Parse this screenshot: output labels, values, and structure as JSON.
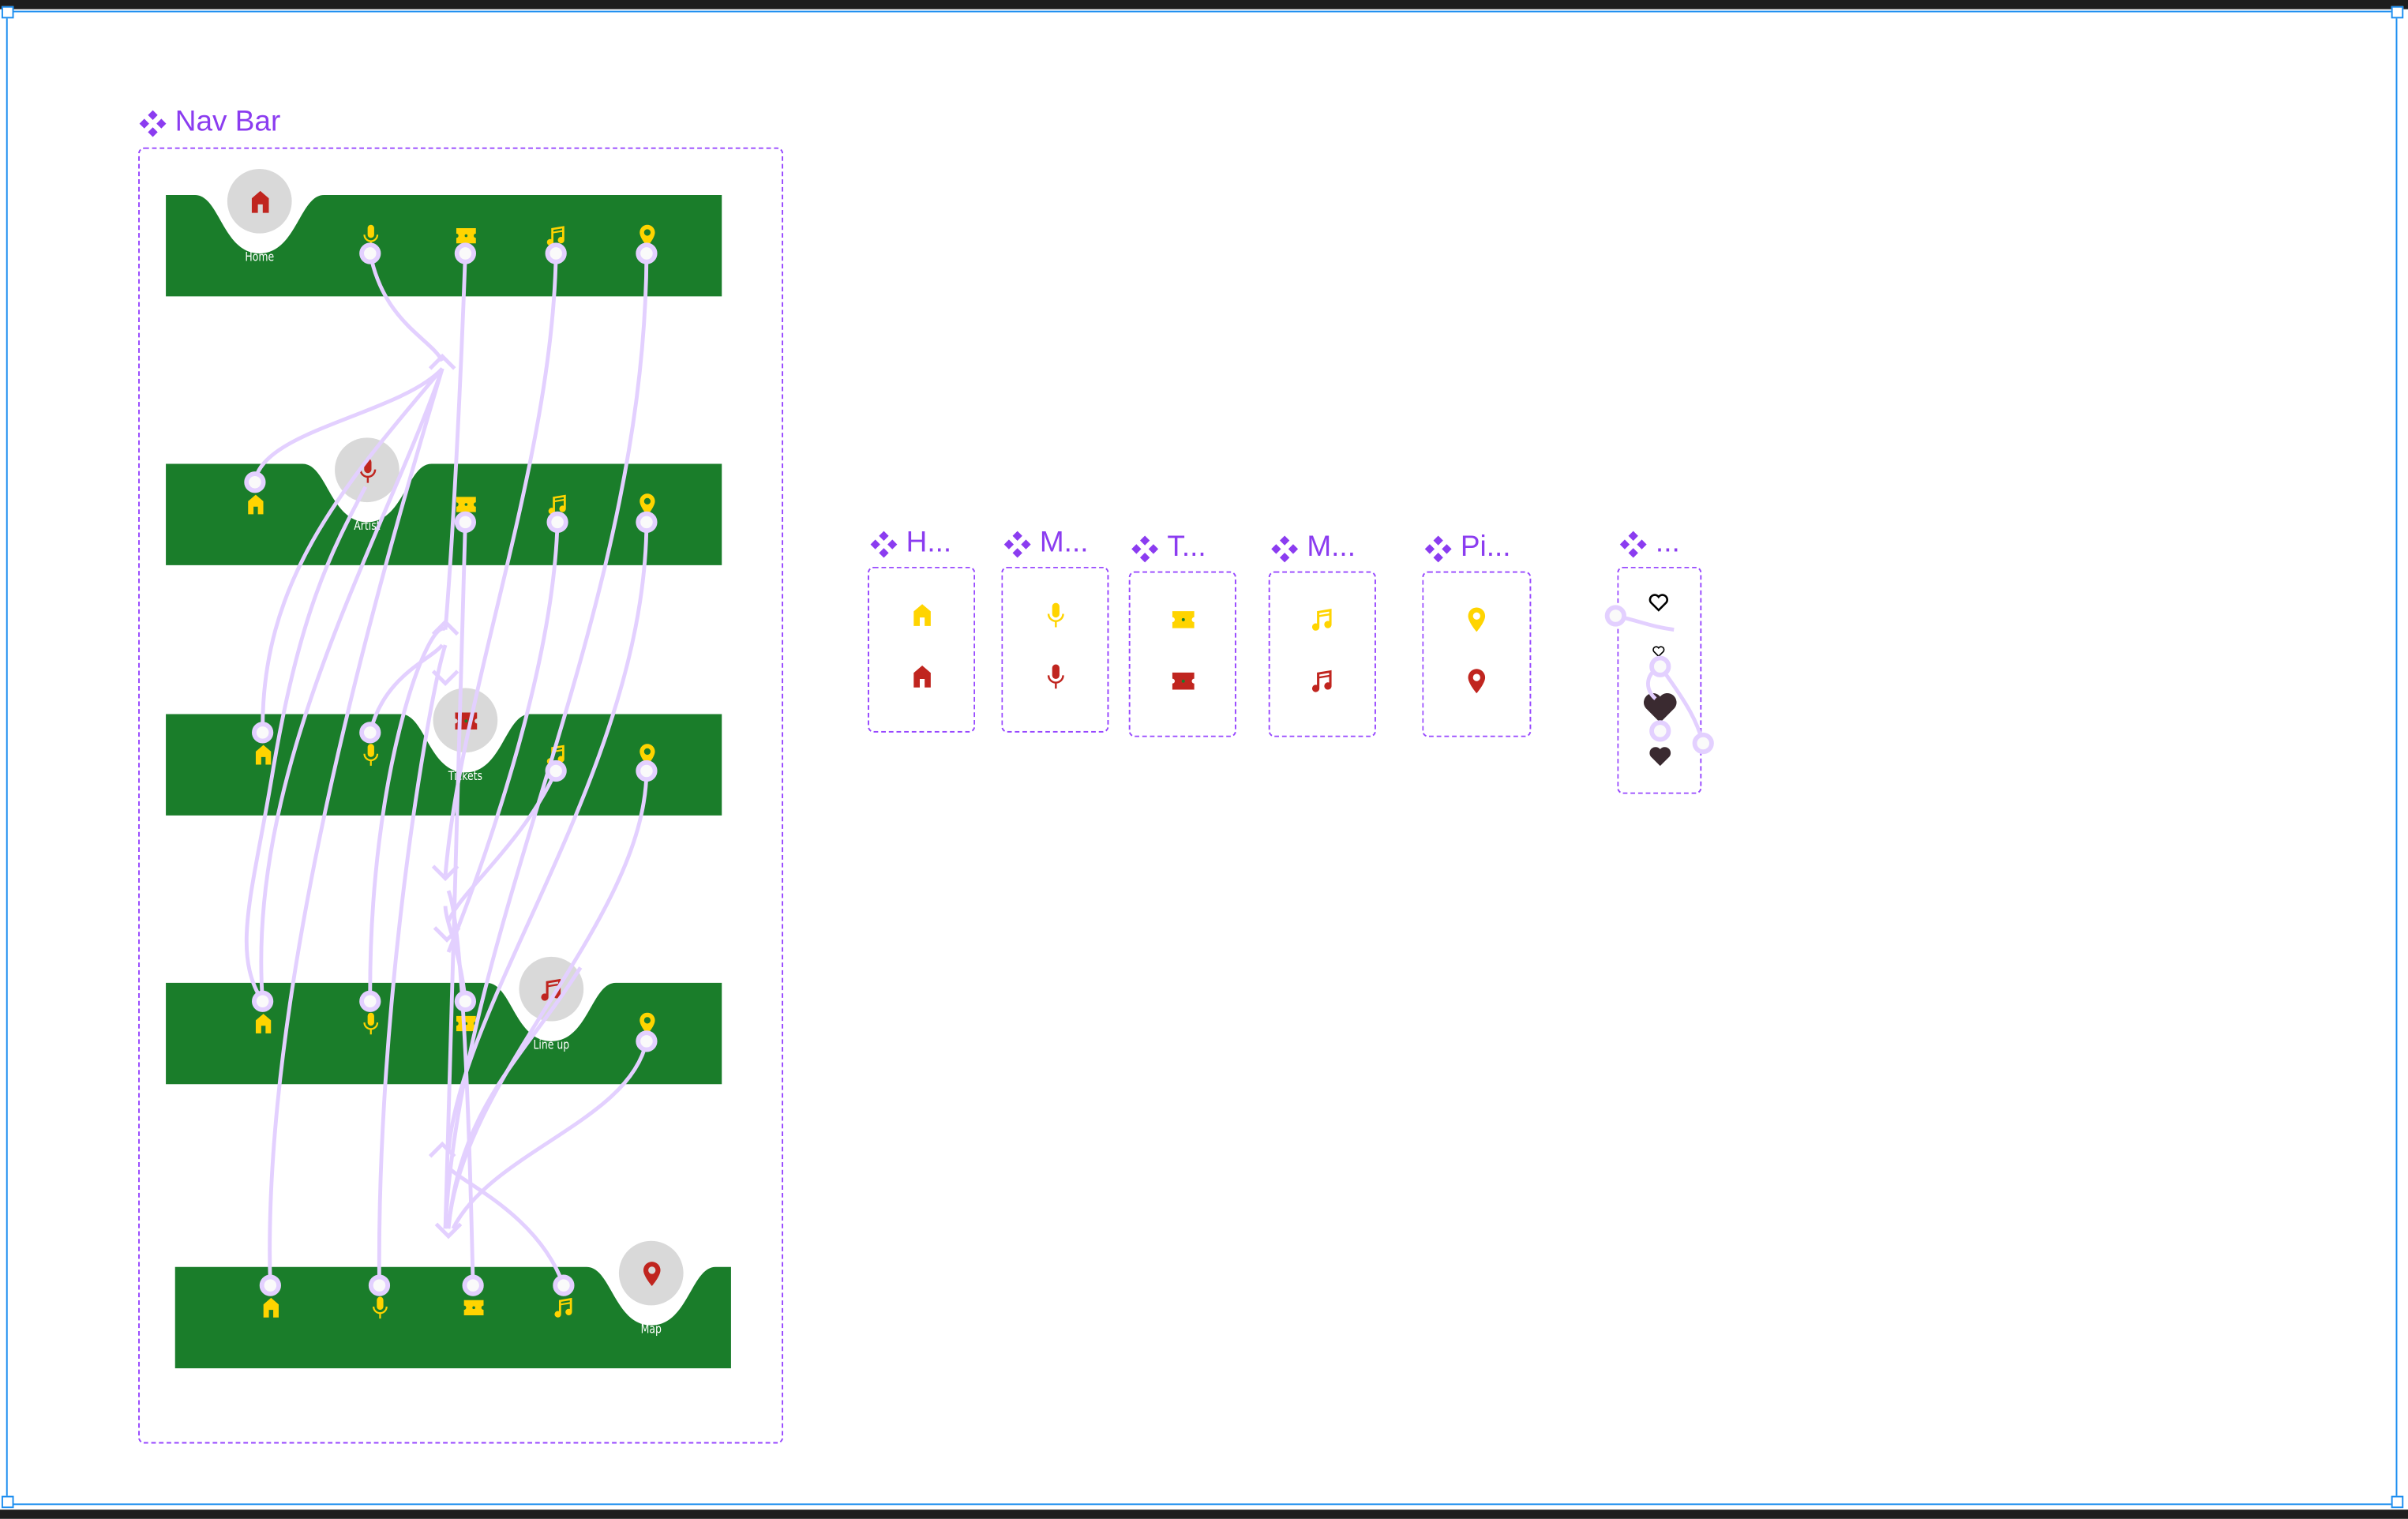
{
  "colors": {
    "component_purple": "#9747ff",
    "bar_green": "#1a7d2a",
    "icon_yellow": "#ffd400",
    "icon_red": "#c0251f",
    "bubble_gray": "#d9d9d9",
    "wire_lavender": "#e3d0ff",
    "heart_dark": "#3a2a30",
    "selection_blue": "#1c8ef0"
  },
  "nav_bar": {
    "title": "Nav Bar",
    "icon": "component-icon",
    "variants": [
      {
        "active": "home",
        "label": "Home"
      },
      {
        "active": "mic",
        "label": "Artist"
      },
      {
        "active": "ticket",
        "label": "Tickets"
      },
      {
        "active": "music",
        "label": "Line up"
      },
      {
        "active": "pin",
        "label": "Map"
      }
    ]
  },
  "components": [
    {
      "title": "H...",
      "icon": "home-icon"
    },
    {
      "title": "M...",
      "icon": "mic-icon"
    },
    {
      "title": "T...",
      "icon": "ticket-icon"
    },
    {
      "title": "M...",
      "icon": "music-icon"
    },
    {
      "title": "Pi...",
      "icon": "pin-icon"
    },
    {
      "title": "...",
      "icon": "heart-icon"
    }
  ]
}
